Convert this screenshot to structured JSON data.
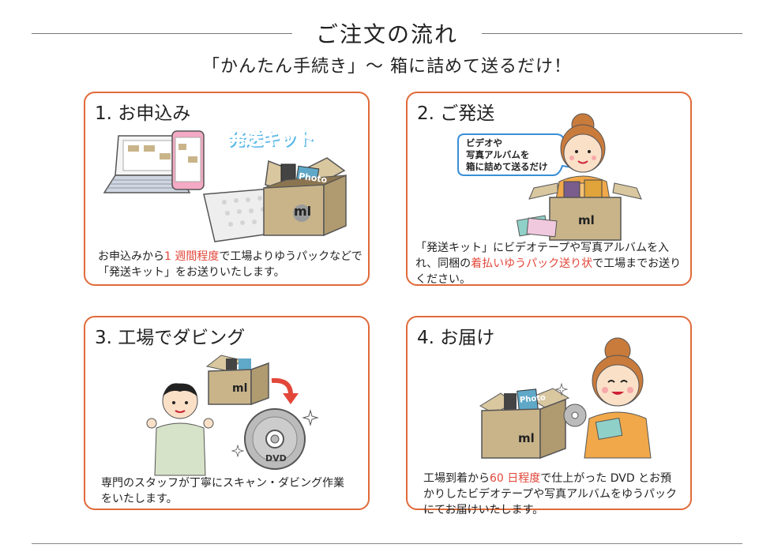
{
  "header": {
    "title": "ご注文の流れ",
    "subtitle": "「かんたん手続き」～ 箱に詰めて送るだけ！"
  },
  "steps": [
    {
      "title": "1. お申込み",
      "desc_pre": "お申込みから",
      "desc_hl": "1 週間程度",
      "desc_post": "で工場よりゆうパックなどで「発送キット」をお送りいたします。",
      "kit_label": "発送キット",
      "photo_label": "Photo",
      "logo": "ml"
    },
    {
      "title": "2. ご発送",
      "desc_pre": "「発送キット」にビデオテープや写真アルバムを入れ、同梱の",
      "desc_hl": "着払いゆうパック送り状",
      "desc_post": "で工場までお送りください。",
      "bubble_lines": [
        "ビデオや",
        "写真アルバムを",
        "箱に詰めて送るだけ"
      ],
      "logo": "ml"
    },
    {
      "title": "3. 工場でダビング",
      "desc": "専門のスタッフが丁寧にスキャン・ダビング作業をいたします。",
      "dvd_label": "DVD",
      "logo": "ml"
    },
    {
      "title": "4. お届け",
      "desc_pre": "工場到着から",
      "desc_hl": "60 日程度",
      "desc_post": "で仕上がった DVD とお預かりしたビデオテープや写真アルバムをゆうパックにてお届けいたします。",
      "photo_label": "Photo",
      "logo": "ml"
    }
  ],
  "colors": {
    "accent_border": "#e06a3a",
    "highlight_text": "#e2473a",
    "box_tan": "#c9b48a",
    "kit_logo_text": "#e85fa4"
  }
}
